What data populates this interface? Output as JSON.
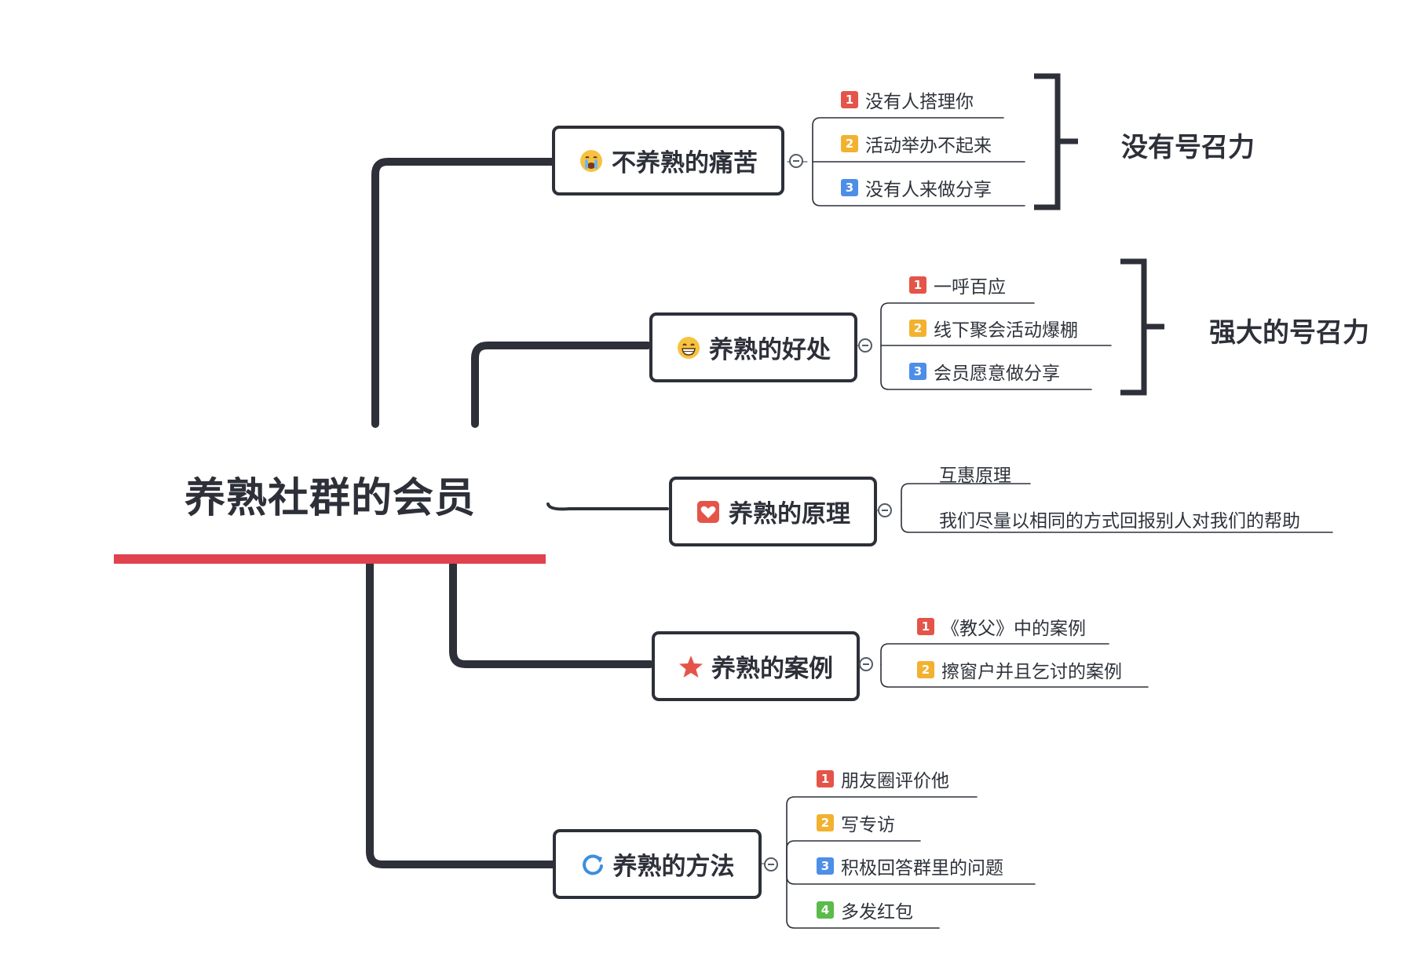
{
  "root": {
    "title": "养熟社群的会员"
  },
  "colors": {
    "dark": "#2d3039",
    "accent_red": "#e0424f",
    "badge_1": "#e55449",
    "badge_2": "#f2b230",
    "badge_3": "#4d8ee8",
    "badge_4": "#5bbb4b"
  },
  "branches": [
    {
      "label": "不养熟的痛苦",
      "icon": "crying-face-icon",
      "children": [
        {
          "badge": "1",
          "text": "没有人搭理你"
        },
        {
          "badge": "2",
          "text": "活动举办不起来"
        },
        {
          "badge": "3",
          "text": "没有人来做分享"
        }
      ],
      "summary": "没有号召力"
    },
    {
      "label": "养熟的好处",
      "icon": "grinning-face-icon",
      "children": [
        {
          "badge": "1",
          "text": "一呼百应"
        },
        {
          "badge": "2",
          "text": "线下聚会活动爆棚"
        },
        {
          "badge": "3",
          "text": "会员愿意做分享"
        }
      ],
      "summary": "强大的号召力"
    },
    {
      "label": "养熟的原理",
      "icon": "heart-icon",
      "children": [
        {
          "text": "互惠原理"
        },
        {
          "text": "我们尽量以相同的方式回报别人对我们的帮助"
        }
      ]
    },
    {
      "label": "养熟的案例",
      "icon": "star-icon",
      "children": [
        {
          "badge": "1",
          "text": "《教父》中的案例"
        },
        {
          "badge": "2",
          "text": "擦窗户并且乞讨的案例"
        }
      ]
    },
    {
      "label": "养熟的方法",
      "icon": "refresh-icon",
      "children": [
        {
          "badge": "1",
          "text": "朋友圈评价他"
        },
        {
          "badge": "2",
          "text": "写专访"
        },
        {
          "badge": "3",
          "text": "积极回答群里的问题"
        },
        {
          "badge": "4",
          "text": "多发红包"
        }
      ]
    }
  ]
}
